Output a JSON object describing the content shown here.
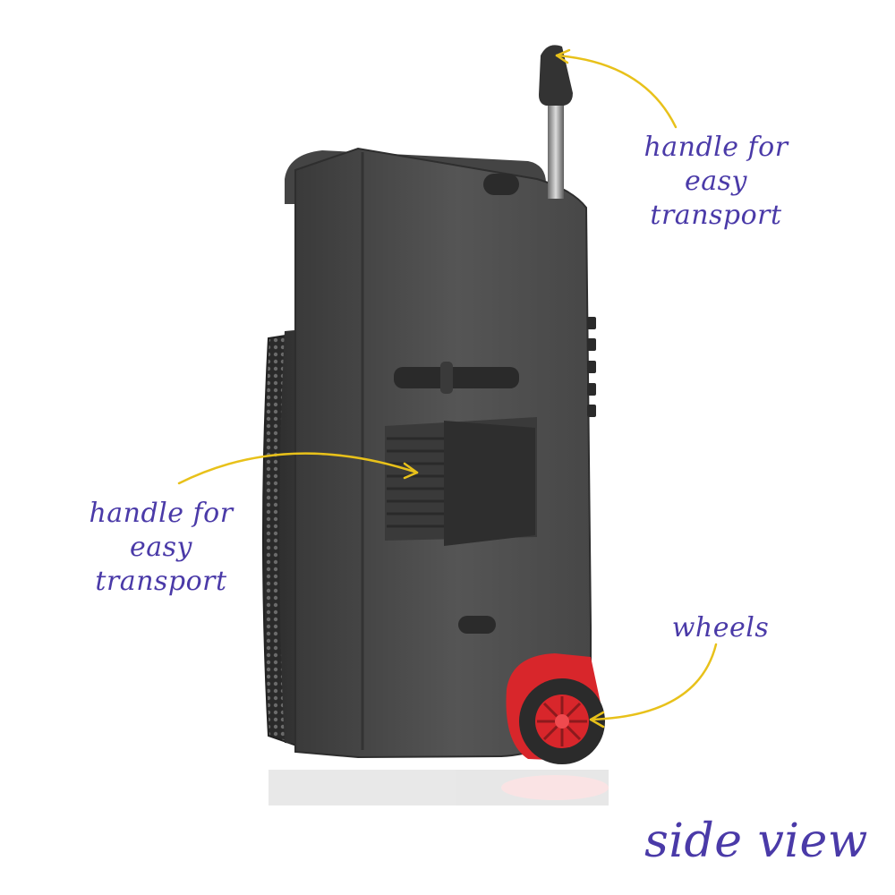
{
  "annotations": {
    "handle_top": "handle for\neasy transport",
    "handle_side": "handle for\neasy transport",
    "wheels": "wheels",
    "view": "side view"
  },
  "colors": {
    "background": "#ffffff",
    "body": "#4c4c4c",
    "accent_wheel": "#d8262b",
    "annotation_text": "#4a3aa8",
    "arrow": "#e8c11a"
  },
  "icons": [
    "trolley-speaker-side-illustration",
    "annotation-arrow"
  ]
}
